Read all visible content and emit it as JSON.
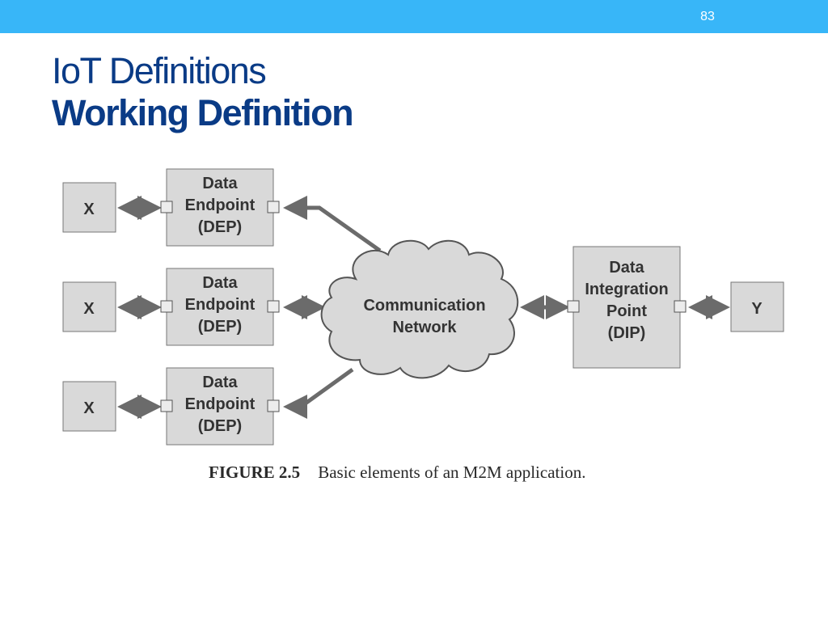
{
  "slide": {
    "page_number": "83",
    "title_line1": "IoT Definitions",
    "title_line2": "Working Definition"
  },
  "diagram": {
    "inputs": [
      "X",
      "X",
      "X"
    ],
    "endpoint": {
      "line1": "Data",
      "line2": "Endpoint",
      "line3": "(DEP)"
    },
    "network": {
      "line1": "Communication",
      "line2": "Network"
    },
    "integration": {
      "line1": "Data",
      "line2": "Integration",
      "line3": "Point",
      "line4": "(DIP)"
    },
    "output": "Y"
  },
  "caption": {
    "label": "FIGURE 2.5",
    "text": "Basic elements of an M2M application."
  },
  "colors": {
    "topbar": "#38b6f8",
    "title": "#0a3b86",
    "box_fill": "#d9d9d9",
    "arrow": "#6b6b6b"
  }
}
